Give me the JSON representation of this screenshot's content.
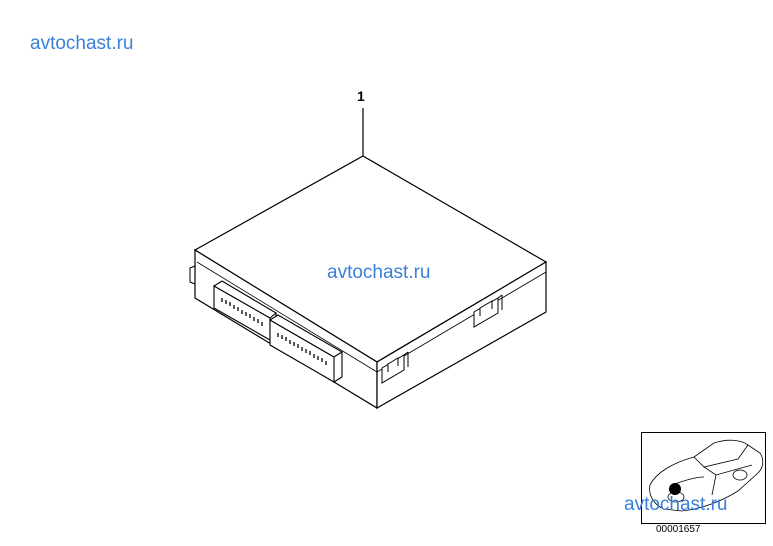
{
  "watermark": {
    "top": "avtochast.ru",
    "middle": "avtochast.ru",
    "bottom": "avtochast.ru"
  },
  "part": {
    "number": "1"
  },
  "thumbnail": {
    "diagram_number": "00001657"
  },
  "colors": {
    "watermark": "#3a7fd8",
    "line": "#000000"
  }
}
